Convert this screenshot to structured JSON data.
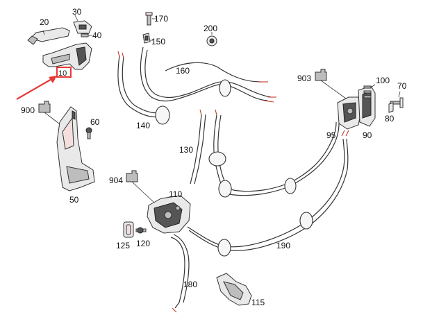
{
  "diagram": {
    "labels": {
      "p20": "20",
      "p30": "30",
      "p40": "40",
      "p10": "10",
      "p170": "170",
      "p150": "150",
      "p200": "200",
      "p160": "160",
      "p903": "903",
      "p100": "100",
      "p70": "70",
      "p80": "80",
      "p90": "90",
      "p95": "95",
      "p900": "900",
      "p60": "60",
      "p50": "50",
      "p140": "140",
      "p130": "130",
      "p904": "904",
      "p110": "110",
      "p125": "125",
      "p120": "120",
      "p190": "190",
      "p180": "180",
      "p115": "115"
    },
    "highlight": {
      "label": "10",
      "color": "#e53935"
    },
    "colors": {
      "line": "#333333",
      "accent": "#e53935",
      "cable_end": "#c0392b"
    }
  }
}
